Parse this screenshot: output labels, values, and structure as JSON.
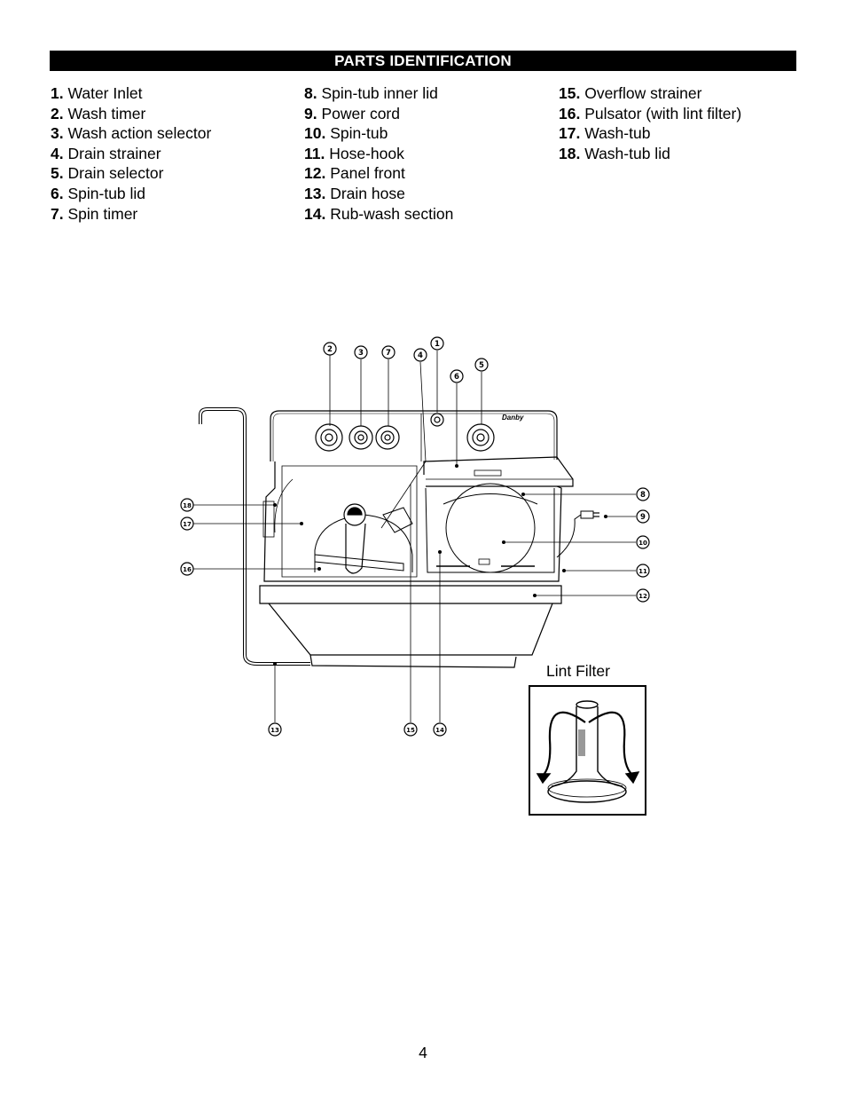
{
  "header": {
    "title": "PARTS IDENTIFICATION"
  },
  "parts": {
    "col1": [
      {
        "num": "1.",
        "label": "Water Inlet"
      },
      {
        "num": "2.",
        "label": "Wash timer"
      },
      {
        "num": "3.",
        "label": "Wash action selector"
      },
      {
        "num": "4.",
        "label": "Drain strainer"
      },
      {
        "num": "5.",
        "label": "Drain selector"
      },
      {
        "num": "6.",
        "label": "Spin-tub lid"
      },
      {
        "num": "7.",
        "label": "Spin timer"
      }
    ],
    "col2": [
      {
        "num": "8.",
        "label": "Spin-tub inner lid"
      },
      {
        "num": "9.",
        "label": "Power cord"
      },
      {
        "num": "10.",
        "label": "Spin-tub"
      },
      {
        "num": "11.",
        "label": "Hose-hook"
      },
      {
        "num": "12.",
        "label": "Panel front"
      },
      {
        "num": "13.",
        "label": "Drain hose"
      },
      {
        "num": "14.",
        "label": "Rub-wash section"
      }
    ],
    "col3": [
      {
        "num": "15.",
        "label": "Overflow strainer"
      },
      {
        "num": "16.",
        "label": "Pulsator (with lint filter)"
      },
      {
        "num": "17.",
        "label": "Wash-tub"
      },
      {
        "num": "18.",
        "label": "Wash-tub lid"
      }
    ]
  },
  "diagram": {
    "brand": "Danby",
    "callouts": [
      "1",
      "2",
      "3",
      "4",
      "5",
      "6",
      "7",
      "8",
      "9",
      "10",
      "11",
      "12",
      "13",
      "14",
      "15",
      "16",
      "17",
      "18"
    ]
  },
  "lint_filter": {
    "caption": "Lint Filter"
  },
  "page_number": "4"
}
